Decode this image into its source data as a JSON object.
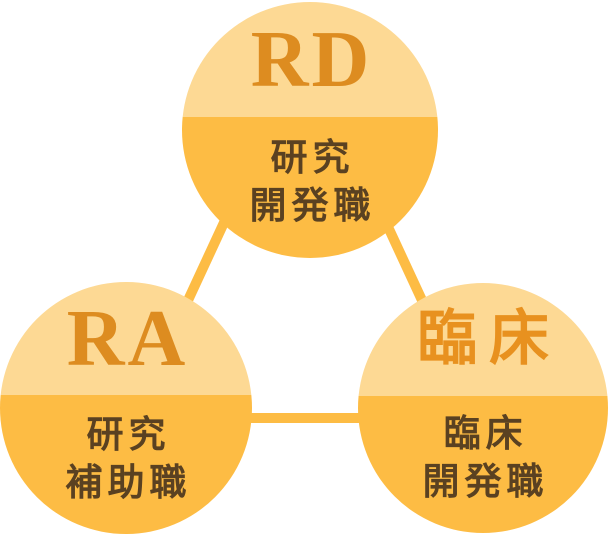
{
  "colors": {
    "segment_top": "#FDD994",
    "segment_bottom": "#FDBC44",
    "connector": "#FDBC44",
    "heading_serif": "#DD8C20",
    "heading_gothic": "#E8911F",
    "body_text": "#5A4121",
    "background": "#FFFFFF"
  },
  "circles": [
    {
      "id": "rd",
      "heading": "RD",
      "heading_style": "serif",
      "lines": [
        "研究",
        "開発職"
      ]
    },
    {
      "id": "ra",
      "heading": "RA",
      "heading_style": "serif",
      "lines": [
        "研究",
        "補助職"
      ]
    },
    {
      "id": "rinsho",
      "heading": "臨床",
      "heading_style": "gothic",
      "lines": [
        "臨床",
        "開発職"
      ]
    }
  ]
}
